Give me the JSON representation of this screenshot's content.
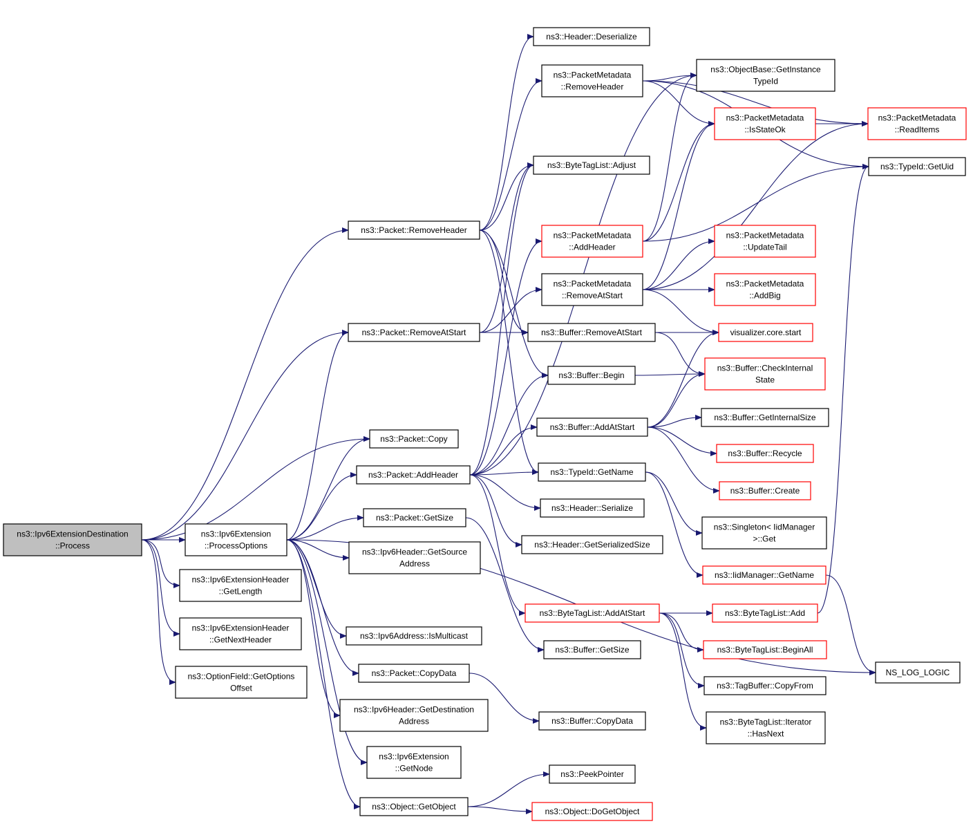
{
  "diagram": {
    "nodes": [
      {
        "id": "process",
        "lines": [
          "ns3::Ipv6ExtensionDestination",
          "::Process"
        ],
        "style": "root"
      },
      {
        "id": "processOptions",
        "lines": [
          "ns3::Ipv6Extension",
          "::ProcessOptions"
        ],
        "style": "normal"
      },
      {
        "id": "extGetLength",
        "lines": [
          "ns3::Ipv6ExtensionHeader",
          "::GetLength"
        ],
        "style": "normal"
      },
      {
        "id": "extGetNextHeader",
        "lines": [
          "ns3::Ipv6ExtensionHeader",
          "::GetNextHeader"
        ],
        "style": "normal"
      },
      {
        "id": "getOptionsOffset",
        "lines": [
          "ns3::OptionField::GetOptions",
          "Offset"
        ],
        "style": "normal"
      },
      {
        "id": "pktRemoveHeader",
        "lines": [
          "ns3::Packet::RemoveHeader"
        ],
        "style": "normal"
      },
      {
        "id": "pktRemoveAtStart",
        "lines": [
          "ns3::Packet::RemoveAtStart"
        ],
        "style": "normal"
      },
      {
        "id": "pktCopy",
        "lines": [
          "ns3::Packet::Copy"
        ],
        "style": "normal"
      },
      {
        "id": "pktAddHeader",
        "lines": [
          "ns3::Packet::AddHeader"
        ],
        "style": "normal"
      },
      {
        "id": "pktGetSize",
        "lines": [
          "ns3::Packet::GetSize"
        ],
        "style": "normal"
      },
      {
        "id": "ipv6GetSource",
        "lines": [
          "ns3::Ipv6Header::GetSource",
          "Address"
        ],
        "style": "normal"
      },
      {
        "id": "ipv6IsMulticast",
        "lines": [
          "ns3::Ipv6Address::IsMulticast"
        ],
        "style": "normal"
      },
      {
        "id": "pktCopyData",
        "lines": [
          "ns3::Packet::CopyData"
        ],
        "style": "normal"
      },
      {
        "id": "ipv6GetDest",
        "lines": [
          "ns3::Ipv6Header::GetDestination",
          "Address"
        ],
        "style": "normal"
      },
      {
        "id": "extGetNode",
        "lines": [
          "ns3::Ipv6Extension",
          "::GetNode"
        ],
        "style": "normal"
      },
      {
        "id": "objGetObject",
        "lines": [
          "ns3::Object::GetObject"
        ],
        "style": "normal"
      },
      {
        "id": "hdrDeserialize",
        "lines": [
          "ns3::Header::Deserialize"
        ],
        "style": "normal"
      },
      {
        "id": "pmRemoveHeader",
        "lines": [
          "ns3::PacketMetadata",
          "::RemoveHeader"
        ],
        "style": "normal"
      },
      {
        "id": "btlAdjust",
        "lines": [
          "ns3::ByteTagList::Adjust"
        ],
        "style": "normal"
      },
      {
        "id": "pmAddHeader",
        "lines": [
          "ns3::PacketMetadata",
          "::AddHeader"
        ],
        "style": "red"
      },
      {
        "id": "pmRemoveAtStart",
        "lines": [
          "ns3::PacketMetadata",
          "::RemoveAtStart"
        ],
        "style": "normal"
      },
      {
        "id": "bufRemoveAtStart",
        "lines": [
          "ns3::Buffer::RemoveAtStart"
        ],
        "style": "normal"
      },
      {
        "id": "bufBegin",
        "lines": [
          "ns3::Buffer::Begin"
        ],
        "style": "normal"
      },
      {
        "id": "bufAddAtStart",
        "lines": [
          "ns3::Buffer::AddAtStart"
        ],
        "style": "normal"
      },
      {
        "id": "tidGetName",
        "lines": [
          "ns3::TypeId::GetName"
        ],
        "style": "normal"
      },
      {
        "id": "hdrSerialize",
        "lines": [
          "ns3::Header::Serialize"
        ],
        "style": "normal"
      },
      {
        "id": "hdrGetSerializedSize",
        "lines": [
          "ns3::Header::GetSerializedSize"
        ],
        "style": "normal"
      },
      {
        "id": "btlAddAtStart",
        "lines": [
          "ns3::ByteTagList::AddAtStart"
        ],
        "style": "red"
      },
      {
        "id": "bufGetSize",
        "lines": [
          "ns3::Buffer::GetSize"
        ],
        "style": "normal"
      },
      {
        "id": "bufCopyData",
        "lines": [
          "ns3::Buffer::CopyData"
        ],
        "style": "normal"
      },
      {
        "id": "peekPointer",
        "lines": [
          "ns3::PeekPointer"
        ],
        "style": "normal"
      },
      {
        "id": "objDoGetObject",
        "lines": [
          "ns3::Object::DoGetObject"
        ],
        "style": "red"
      },
      {
        "id": "obGetInstanceTypeId",
        "lines": [
          "ns3::ObjectBase::GetInstance",
          "TypeId"
        ],
        "style": "normal"
      },
      {
        "id": "pmIsStateOk",
        "lines": [
          "ns3::PacketMetadata",
          "::IsStateOk"
        ],
        "style": "red"
      },
      {
        "id": "pmUpdateTail",
        "lines": [
          "ns3::PacketMetadata",
          "::UpdateTail"
        ],
        "style": "red"
      },
      {
        "id": "pmAddBig",
        "lines": [
          "ns3::PacketMetadata",
          "::AddBig"
        ],
        "style": "red"
      },
      {
        "id": "vizStart",
        "lines": [
          "visualizer.core.start"
        ],
        "style": "red"
      },
      {
        "id": "bufCheckInternal",
        "lines": [
          "ns3::Buffer::CheckInternal",
          "State"
        ],
        "style": "red"
      },
      {
        "id": "bufGetInternalSize",
        "lines": [
          "ns3::Buffer::GetInternalSize"
        ],
        "style": "normal"
      },
      {
        "id": "bufRecycle",
        "lines": [
          "ns3::Buffer::Recycle"
        ],
        "style": "red"
      },
      {
        "id": "bufCreate",
        "lines": [
          "ns3::Buffer::Create"
        ],
        "style": "red"
      },
      {
        "id": "singletonGet",
        "lines": [
          "ns3::Singleton< IidManager",
          ">::Get"
        ],
        "style": "normal"
      },
      {
        "id": "iidGetName",
        "lines": [
          "ns3::IidManager::GetName"
        ],
        "style": "red"
      },
      {
        "id": "btlAdd",
        "lines": [
          "ns3::ByteTagList::Add"
        ],
        "style": "red"
      },
      {
        "id": "btlBeginAll",
        "lines": [
          "ns3::ByteTagList::BeginAll"
        ],
        "style": "red"
      },
      {
        "id": "tbCopyFrom",
        "lines": [
          "ns3::TagBuffer::CopyFrom"
        ],
        "style": "normal"
      },
      {
        "id": "btlIterHasNext",
        "lines": [
          "ns3::ByteTagList::Iterator",
          "::HasNext"
        ],
        "style": "normal"
      },
      {
        "id": "pmReadItems",
        "lines": [
          "ns3::PacketMetadata",
          "::ReadItems"
        ],
        "style": "red"
      },
      {
        "id": "tidGetUid",
        "lines": [
          "ns3::TypeId::GetUid"
        ],
        "style": "normal"
      },
      {
        "id": "nsLogLogic",
        "lines": [
          "NS_LOG_LOGIC"
        ],
        "style": "normal"
      }
    ],
    "edges": [
      [
        "process",
        "processOptions"
      ],
      [
        "process",
        "extGetLength"
      ],
      [
        "process",
        "extGetNextHeader"
      ],
      [
        "process",
        "getOptionsOffset"
      ],
      [
        "process",
        "pktRemoveHeader"
      ],
      [
        "process",
        "pktRemoveAtStart"
      ],
      [
        "process",
        "pktCopy"
      ],
      [
        "processOptions",
        "pktRemoveAtStart"
      ],
      [
        "processOptions",
        "pktCopy"
      ],
      [
        "processOptions",
        "pktAddHeader"
      ],
      [
        "processOptions",
        "pktGetSize"
      ],
      [
        "processOptions",
        "ipv6GetSource"
      ],
      [
        "processOptions",
        "ipv6IsMulticast"
      ],
      [
        "processOptions",
        "pktCopyData"
      ],
      [
        "processOptions",
        "ipv6GetDest"
      ],
      [
        "processOptions",
        "extGetNode"
      ],
      [
        "processOptions",
        "objGetObject"
      ],
      [
        "processOptions",
        "nsLogLogic"
      ],
      [
        "pktRemoveHeader",
        "hdrDeserialize"
      ],
      [
        "pktRemoveHeader",
        "pmRemoveHeader"
      ],
      [
        "pktRemoveHeader",
        "btlAdjust"
      ],
      [
        "pktRemoveHeader",
        "bufRemoveAtStart"
      ],
      [
        "pktRemoveHeader",
        "bufBegin"
      ],
      [
        "pktRemoveHeader",
        "tidGetName"
      ],
      [
        "pktRemoveAtStart",
        "btlAdjust"
      ],
      [
        "pktRemoveAtStart",
        "pmRemoveAtStart"
      ],
      [
        "pktRemoveAtStart",
        "bufRemoveAtStart"
      ],
      [
        "pktAddHeader",
        "btlAdjust"
      ],
      [
        "pktAddHeader",
        "pmAddHeader"
      ],
      [
        "pktAddHeader",
        "bufBegin"
      ],
      [
        "pktAddHeader",
        "bufAddAtStart"
      ],
      [
        "pktAddHeader",
        "tidGetName"
      ],
      [
        "pktAddHeader",
        "hdrSerialize"
      ],
      [
        "pktAddHeader",
        "hdrGetSerializedSize"
      ],
      [
        "pktAddHeader",
        "btlAddAtStart"
      ],
      [
        "pktAddHeader",
        "obGetInstanceTypeId"
      ],
      [
        "pktGetSize",
        "bufGetSize"
      ],
      [
        "pktCopyData",
        "bufCopyData"
      ],
      [
        "objGetObject",
        "peekPointer"
      ],
      [
        "objGetObject",
        "objDoGetObject"
      ],
      [
        "pmRemoveHeader",
        "obGetInstanceTypeId"
      ],
      [
        "pmRemoveHeader",
        "pmIsStateOk"
      ],
      [
        "pmRemoveHeader",
        "pmReadItems"
      ],
      [
        "pmRemoveHeader",
        "tidGetUid"
      ],
      [
        "pmAddHeader",
        "obGetInstanceTypeId"
      ],
      [
        "pmAddHeader",
        "pmIsStateOk"
      ],
      [
        "pmAddHeader",
        "tidGetUid"
      ],
      [
        "pmRemoveAtStart",
        "pmIsStateOk"
      ],
      [
        "pmRemoveAtStart",
        "pmUpdateTail"
      ],
      [
        "pmRemoveAtStart",
        "pmAddBig"
      ],
      [
        "pmRemoveAtStart",
        "vizStart"
      ],
      [
        "pmRemoveAtStart",
        "pmReadItems"
      ],
      [
        "bufRemoveAtStart",
        "vizStart"
      ],
      [
        "bufRemoveAtStart",
        "bufCheckInternal"
      ],
      [
        "bufBegin",
        "bufCheckInternal"
      ],
      [
        "bufAddAtStart",
        "vizStart"
      ],
      [
        "bufAddAtStart",
        "bufCheckInternal"
      ],
      [
        "bufAddAtStart",
        "bufGetInternalSize"
      ],
      [
        "bufAddAtStart",
        "bufRecycle"
      ],
      [
        "bufAddAtStart",
        "bufCreate"
      ],
      [
        "tidGetName",
        "singletonGet"
      ],
      [
        "tidGetName",
        "iidGetName"
      ],
      [
        "iidGetName",
        "nsLogLogic"
      ],
      [
        "btlAddAtStart",
        "btlAdd"
      ],
      [
        "btlAddAtStart",
        "btlBeginAll"
      ],
      [
        "btlAddAtStart",
        "tbCopyFrom"
      ],
      [
        "btlAddAtStart",
        "btlIterHasNext"
      ],
      [
        "btlAdd",
        "tidGetUid"
      ],
      [
        "pmIsStateOk",
        "pmReadItems"
      ]
    ]
  }
}
